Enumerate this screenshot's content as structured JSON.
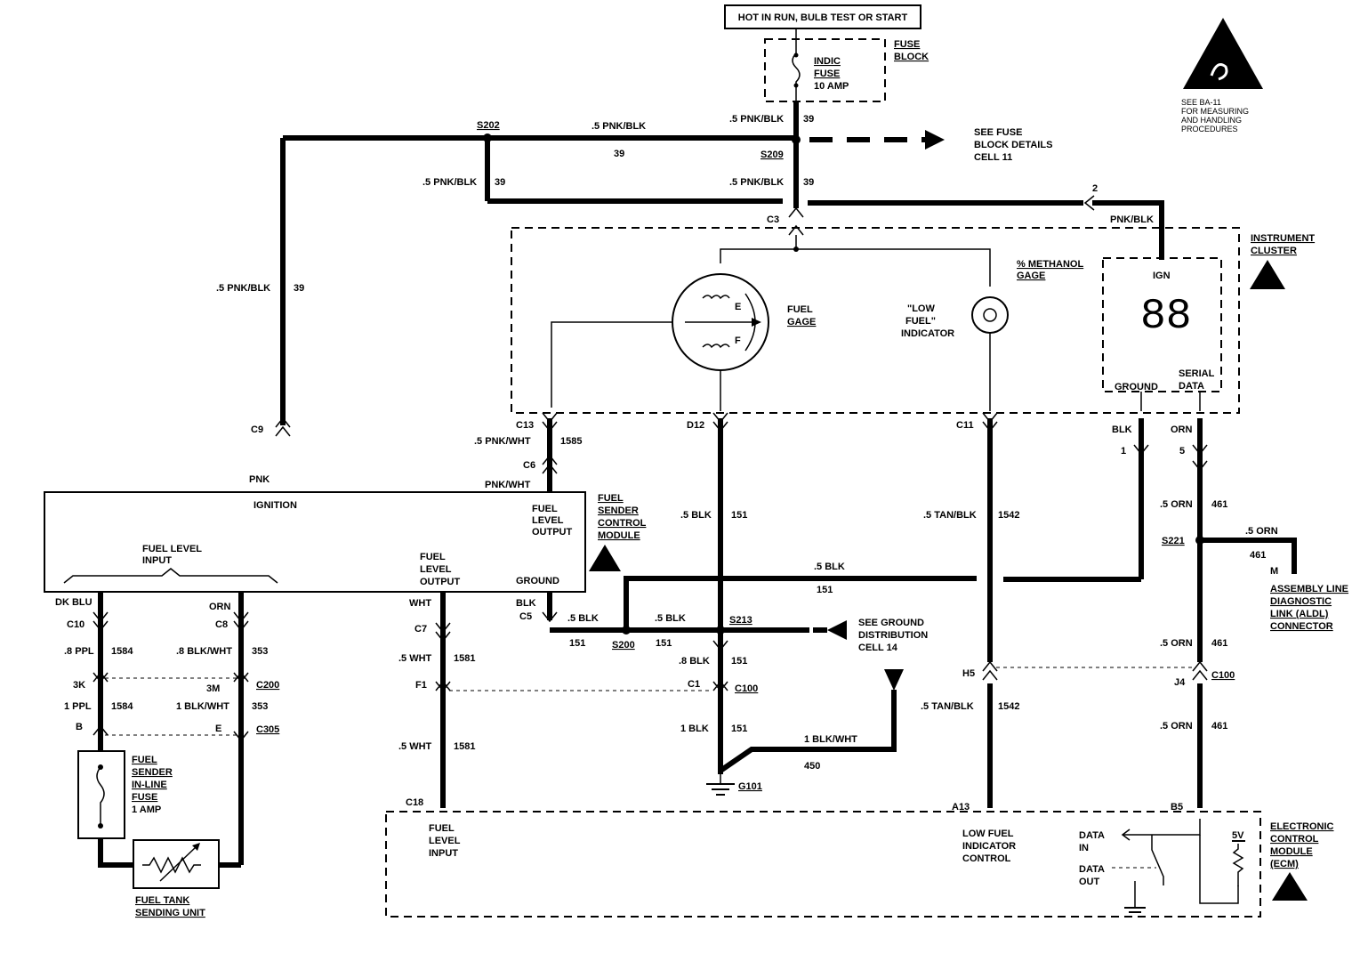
{
  "header": {
    "power_label": "HOT IN RUN, BULB TEST OR START"
  },
  "fuse": {
    "name": "INDIC",
    "sub": "FUSE",
    "rating": "10 AMP",
    "block_l1": "FUSE",
    "block_l2": "BLOCK"
  },
  "esd": {
    "l1": "SEE BA-11",
    "l2": "FOR MEASURING",
    "l3": "AND HANDLING",
    "l4": "PROCEDURES"
  },
  "refs": {
    "fuse_details": {
      "l1": "SEE FUSE",
      "l2": "BLOCK DETAILS",
      "l3": "CELL 11"
    },
    "ground_dist": {
      "l1": "SEE GROUND",
      "l2": "DISTRIBUTION",
      "l3": "CELL 14"
    }
  },
  "splices": {
    "s202": "S202",
    "s209": "S209",
    "s213": "S213",
    "s200": "S200",
    "s221": "S221"
  },
  "connectors": {
    "c3": "C3",
    "c3_pin2": "2",
    "c9": "C9",
    "c13": "C13",
    "c6": "C6",
    "d12": "D12",
    "c11": "C11",
    "c10": "C10",
    "c8": "C8",
    "c7": "C7",
    "c5": "C5",
    "k3": "3K",
    "m3": "3M",
    "c200": "C200",
    "f1": "F1",
    "c1": "C1",
    "c100": "C100",
    "b": "B",
    "e": "E",
    "c305": "C305",
    "c18": "C18",
    "h5": "H5",
    "j4": "J4",
    "c100b": "C100",
    "a13": "A13",
    "b5": "B5",
    "pin1": "1",
    "pin5": "5",
    "alm": "M",
    "g101": "G101"
  },
  "wires": {
    "pnkblk_05": ".5 PNK/BLK",
    "n39": "39",
    "pnkblk": "PNK/BLK",
    "pnk": "PNK",
    "pnkwht_05": ".5 PNK/WHT",
    "n1585": "1585",
    "pnkwht": "PNK/WHT",
    "blk_05": ".5 BLK",
    "n151": "151",
    "tanblk_05": ".5 TAN/BLK",
    "n1542": "1542",
    "blk": "BLK",
    "orn": "ORN",
    "orn_05": ".5 ORN",
    "n461": "461",
    "dkblu": "DK BLU",
    "ppl_08": ".8 PPL",
    "n1584": "1584",
    "blkwht_08": ".8 BLK/WHT",
    "n353": "353",
    "ppl_1": "1 PPL",
    "blkwht_1": "1 BLK/WHT",
    "wht": "WHT",
    "wht_05": ".5 WHT",
    "n1581": "1581",
    "blk_08": ".8 BLK",
    "blk_1": "1 BLK",
    "n450": "450",
    "tanblk_1": ".5 TAN/BLK"
  },
  "cluster": {
    "title_l1": "INSTRUMENT",
    "title_l2": "CLUSTER",
    "methanol_l1": "% METHANOL",
    "methanol_l2": "GAGE",
    "ign": "IGN",
    "digits": "88",
    "ground": "GROUND",
    "serial_l1": "SERIAL",
    "serial_l2": "DATA",
    "fuel_gage_l1": "FUEL",
    "fuel_gage_l2": "GAGE",
    "gage_e": "E",
    "gage_f": "F",
    "low_fuel_l1": "\"LOW",
    "low_fuel_l2": "FUEL\"",
    "low_fuel_l3": "INDICATOR"
  },
  "module": {
    "ignition": "IGNITION",
    "fli_l1": "FUEL LEVEL",
    "fli_l2": "INPUT",
    "flo_l1": "FUEL",
    "flo_l2": "LEVEL",
    "flo_l3": "OUTPUT",
    "flo2_l1": "FUEL",
    "flo2_l2": "LEVEL",
    "flo2_l3": "OUTPUT",
    "ground": "GROUND",
    "title_l1": "FUEL",
    "title_l2": "SENDER",
    "title_l3": "CONTROL",
    "title_l4": "MODULE"
  },
  "sender": {
    "fuse_l1": "FUEL",
    "fuse_l2": "SENDER",
    "fuse_l3": "IN-LINE",
    "fuse_l4": "FUSE",
    "fuse_l5": "1 AMP",
    "tank_l1": "FUEL TANK",
    "tank_l2": "SENDING UNIT"
  },
  "aldl": {
    "l1": "ASSEMBLY LINE",
    "l2": "DIAGNOSTIC",
    "l3": "LINK (ALDL)",
    "l4": "CONNECTOR"
  },
  "ecm": {
    "fli_l1": "FUEL",
    "fli_l2": "LEVEL",
    "fli_l3": "INPUT",
    "lfi_l1": "LOW FUEL",
    "lfi_l2": "INDICATOR",
    "lfi_l3": "CONTROL",
    "data_in_l1": "DATA",
    "data_in_l2": "IN",
    "data_out_l1": "DATA",
    "data_out_l2": "OUT",
    "v5": "5V",
    "title_l1": "ELECTRONIC",
    "title_l2": "CONTROL",
    "title_l3": "MODULE",
    "title_l4": "(ECM)"
  }
}
